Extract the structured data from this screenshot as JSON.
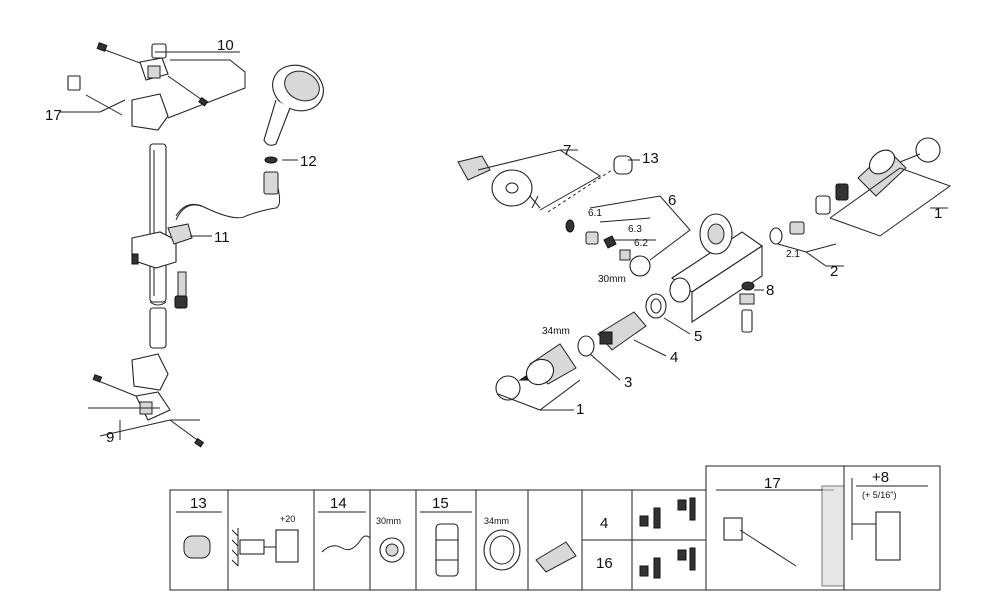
{
  "callouts": {
    "c10": "10",
    "c17": "17",
    "c12": "12",
    "c11": "11",
    "c9": "9",
    "c7": "7",
    "c13": "13",
    "c6": "6",
    "c61": "6.1",
    "c63": "6.3",
    "c62": "6.2",
    "c30": "30mm",
    "c1a": "1",
    "c21": "2.1",
    "c2": "2",
    "c8": "8",
    "c5": "5",
    "c34": "34mm",
    "c4": "4",
    "c3": "3",
    "c1b": "1"
  },
  "table": {
    "h13": "13",
    "h14": "14",
    "h15": "15",
    "h17": "17",
    "h4": "4",
    "h16": "16",
    "mm30": "30mm",
    "mm34": "34mm",
    "plus20": "+20",
    "plus8": "+8",
    "frac": "(+ 5/16\")"
  }
}
